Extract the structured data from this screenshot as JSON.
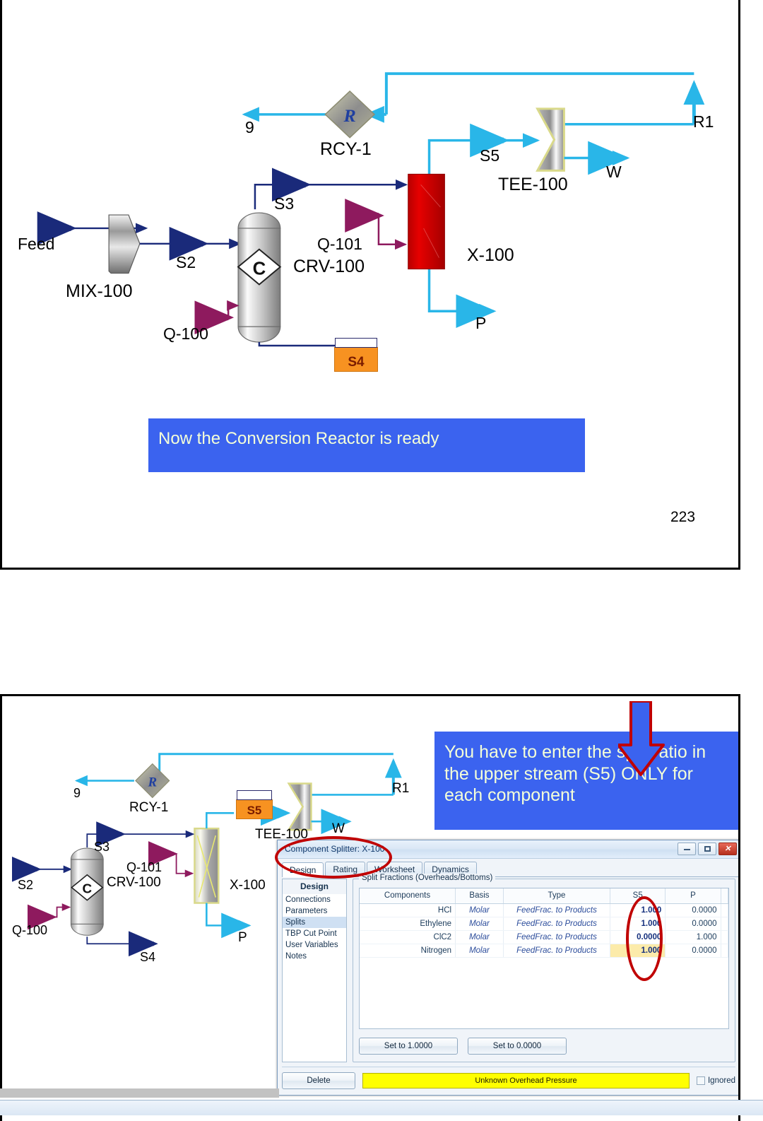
{
  "slide_top": {
    "page_number": "223",
    "callout": "Now the Conversion Reactor is ready",
    "flowsheet": {
      "streams": [
        {
          "name": "Feed"
        },
        {
          "name": "S2"
        },
        {
          "name": "S3"
        },
        {
          "name": "S4"
        },
        {
          "name": "S5"
        },
        {
          "name": "9"
        },
        {
          "name": "R1"
        },
        {
          "name": "W"
        },
        {
          "name": "P"
        },
        {
          "name": "Q-100"
        },
        {
          "name": "Q-101"
        }
      ],
      "unit_ops": [
        {
          "name": "MIX-100",
          "type": "mixer"
        },
        {
          "name": "CRV-100",
          "type": "conversion-reactor"
        },
        {
          "name": "X-100",
          "type": "component-splitter"
        },
        {
          "name": "TEE-100",
          "type": "tee"
        },
        {
          "name": "RCY-1",
          "type": "recycle"
        }
      ],
      "recycle_glyph": "R",
      "reactor_glyph": "C"
    }
  },
  "slide_bottom": {
    "callout": "You have to enter the split ratio in the upper stream (S5) ONLY for each component",
    "flowsheet": {
      "streams": [
        {
          "name": "S2"
        },
        {
          "name": "S3"
        },
        {
          "name": "S4"
        },
        {
          "name": "S5"
        },
        {
          "name": "9"
        },
        {
          "name": "R1"
        },
        {
          "name": "W"
        },
        {
          "name": "P"
        },
        {
          "name": "Q-100"
        },
        {
          "name": "Q-101"
        }
      ],
      "unit_ops": [
        {
          "name": "CRV-100",
          "type": "conversion-reactor"
        },
        {
          "name": "X-100",
          "type": "component-splitter"
        },
        {
          "name": "TEE-100",
          "type": "tee"
        },
        {
          "name": "RCY-1",
          "type": "recycle"
        }
      ],
      "recycle_glyph": "R",
      "reactor_glyph": "C"
    },
    "dialog": {
      "title": "Component Splitter: X-100",
      "window_buttons": {
        "minimize": "minimize-icon",
        "maximize": "maximize-icon",
        "close": "✕"
      },
      "tabs": [
        {
          "label": "Design",
          "active": true
        },
        {
          "label": "Rating",
          "active": false
        },
        {
          "label": "Worksheet",
          "active": false
        },
        {
          "label": "Dynamics",
          "active": false
        }
      ],
      "nav": {
        "header": "Design",
        "items": [
          {
            "label": "Connections",
            "selected": false
          },
          {
            "label": "Parameters",
            "selected": false
          },
          {
            "label": "Splits",
            "selected": true
          },
          {
            "label": "TBP Cut Point",
            "selected": false
          },
          {
            "label": "User Variables",
            "selected": false
          },
          {
            "label": "Notes",
            "selected": false
          }
        ]
      },
      "group_title": "Split Fractions (Overheads/Bottoms)",
      "table": {
        "columns": [
          "Components",
          "Basis",
          "Type",
          "S5",
          "P"
        ],
        "rows": [
          {
            "component": "HCl",
            "basis": "Molar",
            "type": "FeedFrac. to Products",
            "s5": "1.000",
            "p": "0.0000",
            "s5_highlight": false
          },
          {
            "component": "Ethylene",
            "basis": "Molar",
            "type": "FeedFrac. to Products",
            "s5": "1.000",
            "p": "0.0000",
            "s5_highlight": false
          },
          {
            "component": "ClC2",
            "basis": "Molar",
            "type": "FeedFrac. to Products",
            "s5": "0.0000",
            "p": "1.000",
            "s5_highlight": false
          },
          {
            "component": "Nitrogen",
            "basis": "Molar",
            "type": "FeedFrac. to Products",
            "s5": "1.000",
            "p": "0.0000",
            "s5_highlight": true
          }
        ]
      },
      "buttons": {
        "set_to_one": "Set to 1.0000",
        "set_to_zero": "Set to 0.0000",
        "delete": "Delete"
      },
      "status_message": "Unknown Overhead Pressure",
      "ignored_label": "Ignored",
      "ignored_checked": false
    }
  },
  "colors": {
    "callout_bg": "#3b63ef",
    "callout_text": "#f4ffd8",
    "annotation_red": "#c00000",
    "annotation_blue": "#3b63ef",
    "stream_material": "#1a2a7a",
    "stream_energy": "#8e1a5e",
    "stream_cyan": "#29b6e8",
    "reactor_red": "#c80000",
    "stream_box_orange": "#f79221",
    "status_yellow": "#ffff00",
    "highlight_cell": "#fcebaa"
  }
}
